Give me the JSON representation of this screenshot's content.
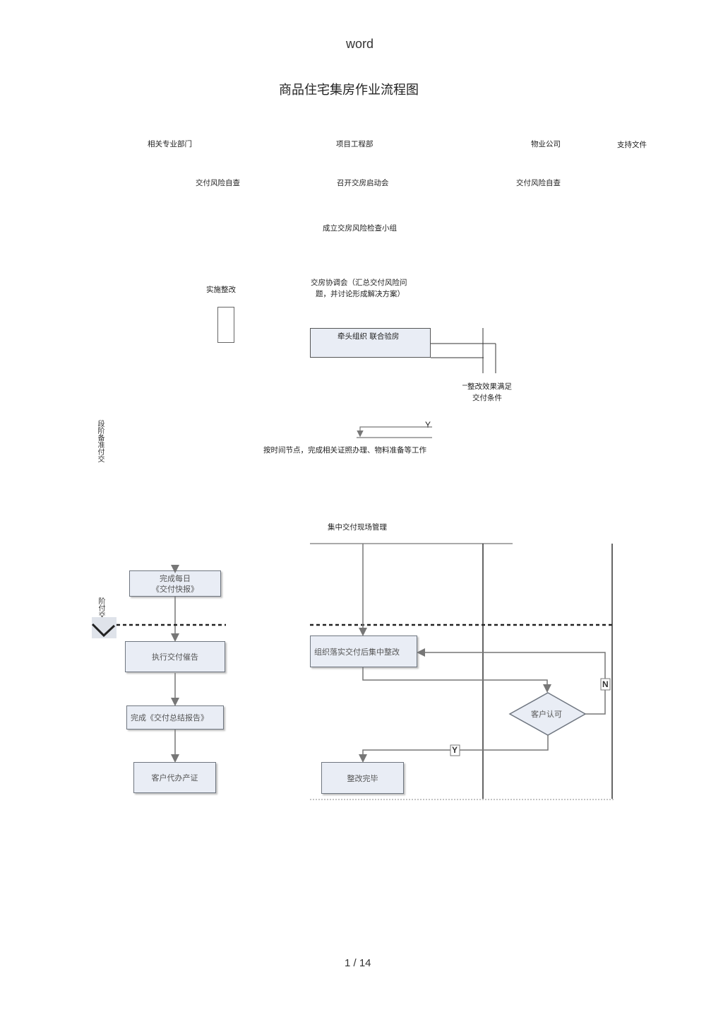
{
  "header": {
    "text": "word"
  },
  "doc_title": "商品住宅集房作业流程图",
  "columns": {
    "col1": "相关专业部门",
    "col2": "项目工程部",
    "col3": "物业公司",
    "col4": "支持文件"
  },
  "row_self_check_left": "交付风险自查",
  "row_kickoff": "召开交房启动会",
  "row_self_check_right": "交付风险自查",
  "set_up_team": "成立交房风险检查小组",
  "implement_rectify": "实施整改",
  "coordination_meeting_line1": "交房协调会（汇总交付风险问",
  "coordination_meeting_line2": "题，并讨论形成解决方案）",
  "joint_inspection": "牵头组织  联合验房",
  "rectify_effect_line1": "整改效果满足",
  "rectify_effect_line2": "交付条件",
  "yes_label_top": "Y",
  "stage_label_vertical": "段阶备准付交",
  "prepare_work": "按时间节点，完成相关证照办理、物料准备等工作",
  "onsite_mgmt": "集中交付现场管理",
  "stage_label_vertical_2": "阶付交",
  "daily_report_line1": "完成每日",
  "daily_report_line2": "《交付快报》",
  "execute_notice": "执行交付催告",
  "summary_report": "完成《交付总结报告》",
  "property_cert": "客户代办产证",
  "org_rectify": "组织落实交付后集中整改",
  "customer_accept": "客户认可",
  "no_label": "N",
  "yes_label": "Y",
  "rectify_done": "整改完毕",
  "footer": {
    "page": "1 / 14"
  },
  "colors": {
    "box_fill": "#e9edf5",
    "box_border": "#6f7680",
    "line": "#555555"
  }
}
